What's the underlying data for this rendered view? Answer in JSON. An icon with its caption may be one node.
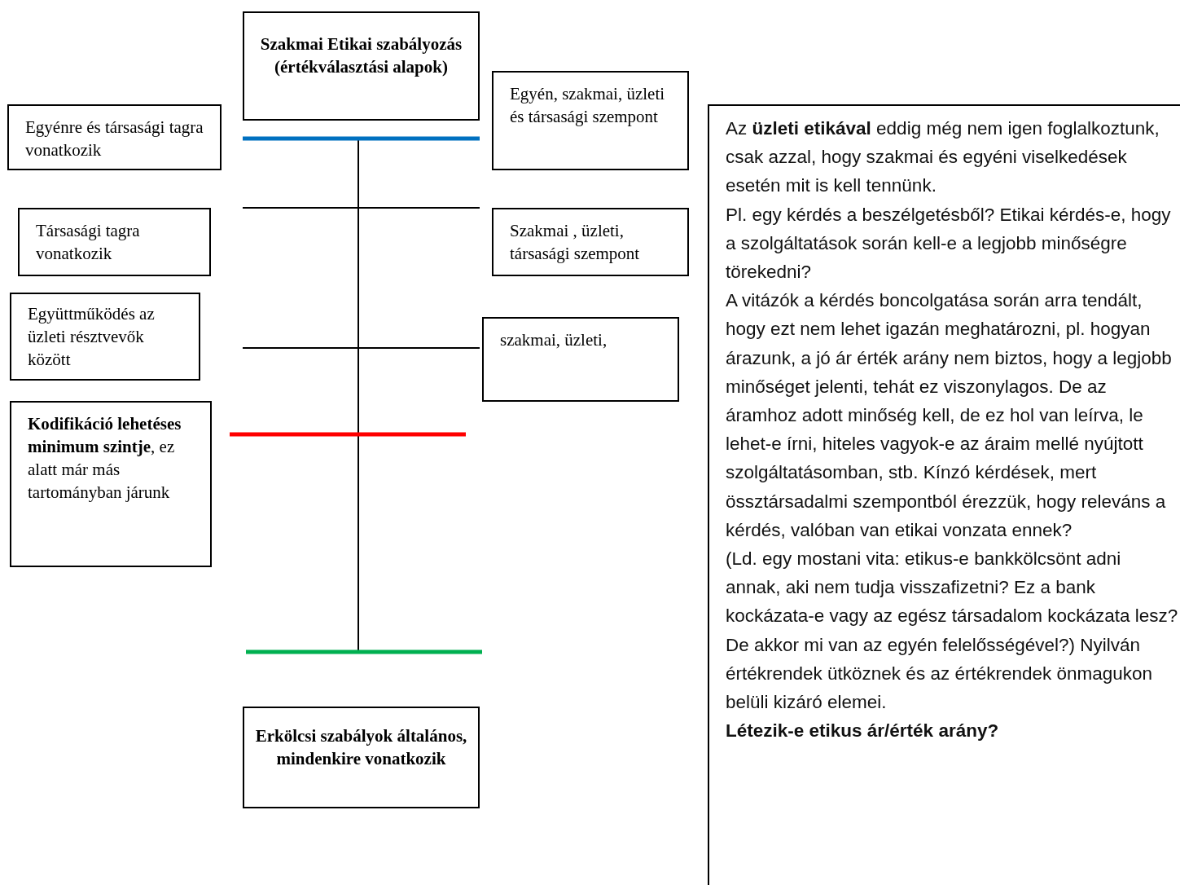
{
  "diagram": {
    "nodes": [
      {
        "text": [
          "Szakmai Etikai szabályozás (értékválasztási alapok)"
        ]
      },
      {
        "text": [
          "Egyénre és társasági tagra vonatkozik"
        ]
      },
      {
        "text": [
          "Egyén, szakmai, üzleti és társasági szempont"
        ]
      },
      {
        "text": [
          "Társasági tagra vonatkozik"
        ]
      },
      {
        "text": [
          "Szakmai , üzleti, társasági szempont"
        ]
      },
      {
        "text": [
          "Együttműködés az üzleti résztvevők között"
        ]
      },
      {
        "text": [
          "szakmai, üzleti,"
        ]
      },
      {
        "text": [
          "**Kodifikáció lehetéses minimum szintje**, ez alatt már más tartományban járunk"
        ]
      },
      {
        "text": [
          "Erkölcsi szabályok általános, mindenkire vonatkozik"
        ]
      },
      {
        "text": [
          "Az **üzleti etikával** eddig még nem igen foglalkoztunk, csak azzal, hogy szakmai és egyéni viselkedések esetén mit is kell tennünk.",
          "Pl. egy kérdés a beszélgetésből? Etikai kérdés-e, hogy a szolgáltatások során kell-e a legjobb minőségre törekedni?",
          "A vitázók a kérdés boncolgatása során arra tendált, hogy ezt nem lehet igazán meghatározni, pl. hogyan árazunk, a jó ár érték arány nem biztos, hogy a legjobb minőséget jelenti, tehát ez viszonylagos. De az áramhoz adott minőség kell, de ez hol van leírva, le lehet-e írni, hiteles vagyok-e az áraim mellé nyújtott szolgáltatásomban, stb. Kínzó kérdések, mert össztársadalmi szempontból érezzük, hogy releváns a kérdés, valóban van etikai vonzata ennek?",
          "(Ld. egy mostani vita: etikus-e bankkölcsönt adni annak, aki nem tudja visszafizetni? Ez a bank kockázata-e vagy az egész társadalom kockázata lesz? De akkor mi van az egyén felelősségével?) Nyilván értékrendek ütköznek és az értékrendek önmagukon belüli kizáró elemei.",
          "Létezik-e etikus ár/érték arány?"
        ]
      }
    ]
  }
}
